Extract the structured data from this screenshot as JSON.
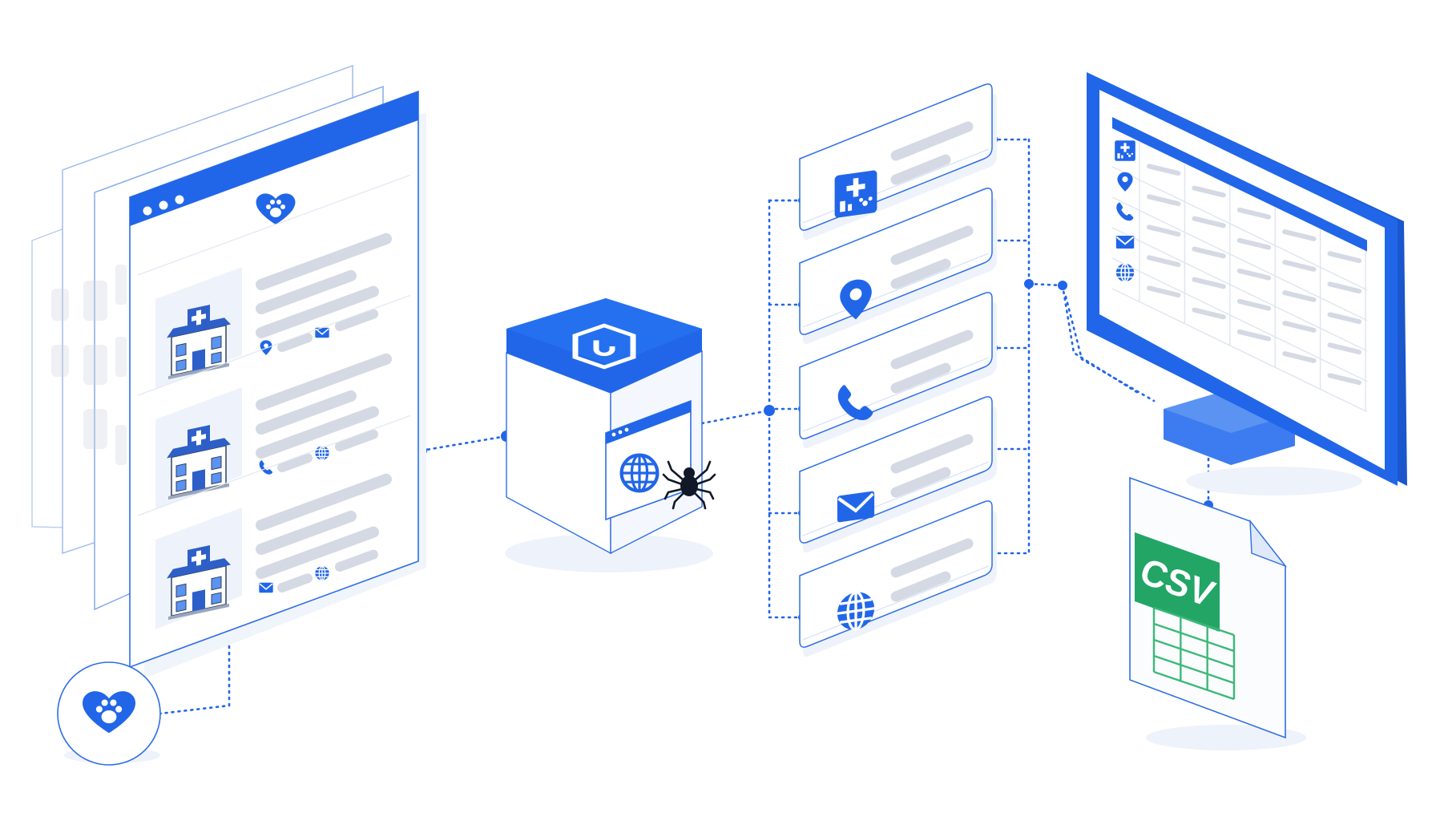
{
  "colors": {
    "primary": "#2166e8",
    "primary_light": "#5b93f2",
    "primary_pale": "#eaf1fd",
    "outline": "#2d6ee6",
    "placeholder": "#d4d9e4",
    "placeholder_dark": "#c5ccda",
    "csv_green": "#22a565",
    "csv_grid": "#3bb978",
    "shadow": "#eef2fa"
  },
  "csv_file": {
    "label": "CSV"
  },
  "icons": {
    "brand_badge": "heart-paw-icon",
    "scraper_logo": "hexagon-logo-icon",
    "crawler": "spider-icon",
    "fields": [
      "vet-clinic-icon",
      "location-pin-icon",
      "phone-icon",
      "envelope-icon",
      "globe-icon"
    ],
    "listing_contacts": [
      [
        "location-pin-icon",
        "envelope-icon"
      ],
      [
        "phone-icon",
        "globe-icon"
      ],
      [
        "envelope-icon",
        "globe-icon"
      ]
    ]
  },
  "listings_count": 3,
  "field_cards_count": 5,
  "table": {
    "rows": 5,
    "columns": 5
  }
}
